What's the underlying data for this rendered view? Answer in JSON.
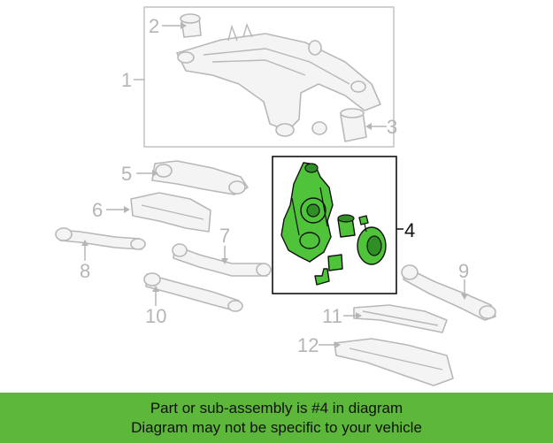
{
  "callouts": {
    "c1": "1",
    "c2": "2",
    "c3": "3",
    "c4": "4",
    "c5": "5",
    "c6": "6",
    "c7": "7",
    "c8": "8",
    "c9": "9",
    "c10": "10",
    "c11": "11",
    "c12": "12"
  },
  "highlighted_part": "4",
  "banner": {
    "line1": "Part or sub-assembly is #4 in diagram",
    "line2": "Diagram may not be specific to your vehicle"
  },
  "colors": {
    "highlight": "#4fc33a",
    "banner": "#5cb73a",
    "faded": "#b5b5b5"
  }
}
